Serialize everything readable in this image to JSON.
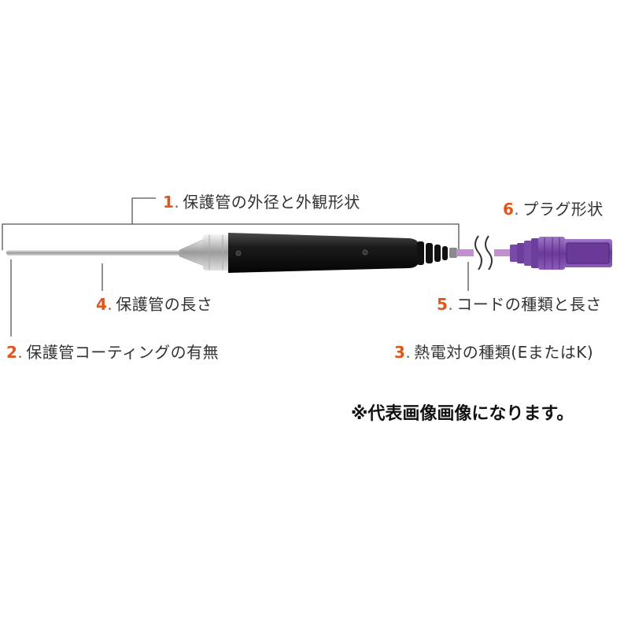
{
  "labels": [
    {
      "id": "l1",
      "num": "1",
      "text": "保護管の外径と外観形状"
    },
    {
      "id": "l2",
      "num": "2",
      "text": "保護管コーティングの有無"
    },
    {
      "id": "l3",
      "num": "3",
      "text": "熱電対の種類(EまたはK)"
    },
    {
      "id": "l4",
      "num": "4",
      "text": "保護管の長さ"
    },
    {
      "id": "l5",
      "num": "5",
      "text": "コードの種類と長さ"
    },
    {
      "id": "l6",
      "num": "6",
      "text": "プラグ形状"
    }
  ],
  "note": "※代表画像画像になります。",
  "colors": {
    "accent": "#e0561b",
    "text": "#333333",
    "handle": "#1a1a1a",
    "plug": "#7a4aa8",
    "cord": "#c48fd1",
    "probe": "#b8b8b8"
  }
}
